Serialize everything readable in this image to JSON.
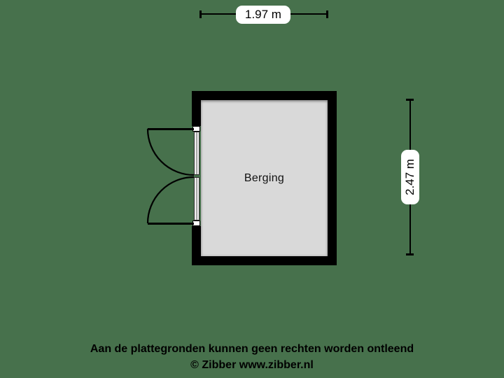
{
  "colors": {
    "background": "#47714C",
    "wall": "#000000",
    "floor": "#D9D9D9",
    "line": "#000000",
    "label_background": "#FFFFFF",
    "text": "#000000"
  },
  "floorplan": {
    "room_label": "Berging",
    "dimension_width": "1.97 m",
    "dimension_height": "2.47 m"
  },
  "footer": {
    "disclaimer": "Aan de plattegronden kunnen geen rechten worden ontleend",
    "copyright": "© Zibber www.zibber.nl"
  }
}
